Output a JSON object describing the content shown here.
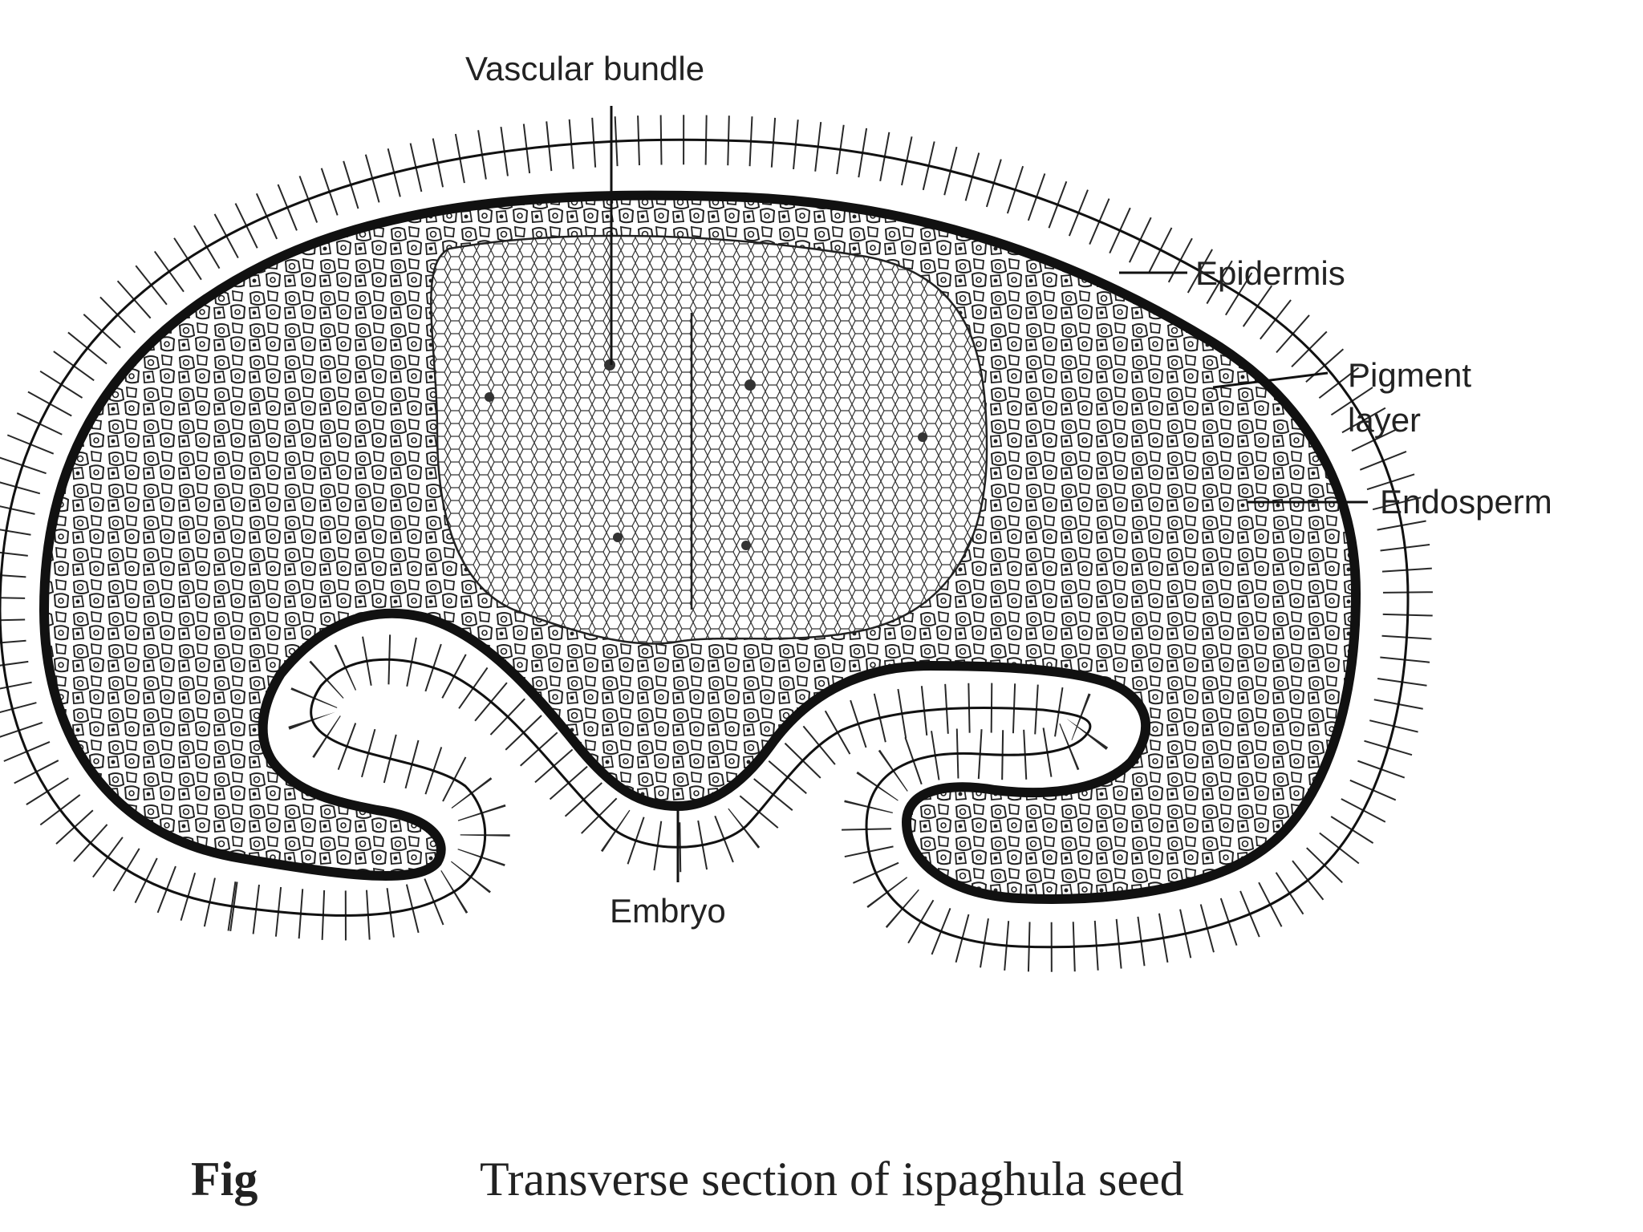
{
  "figure": {
    "labels": {
      "vascular_bundle": "Vascular bundle",
      "epidermis": "Epidermis",
      "pigment_layer_line1": "Pigment",
      "pigment_layer_line2": "layer",
      "endosperm": "Endosperm",
      "embryo": "Embryo"
    },
    "caption": {
      "prefix": "Fig",
      "text": "Transverse section of ispaghula seed"
    }
  },
  "colors": {
    "outline": "#111111",
    "background": "#ffffff",
    "text": "#222222"
  }
}
